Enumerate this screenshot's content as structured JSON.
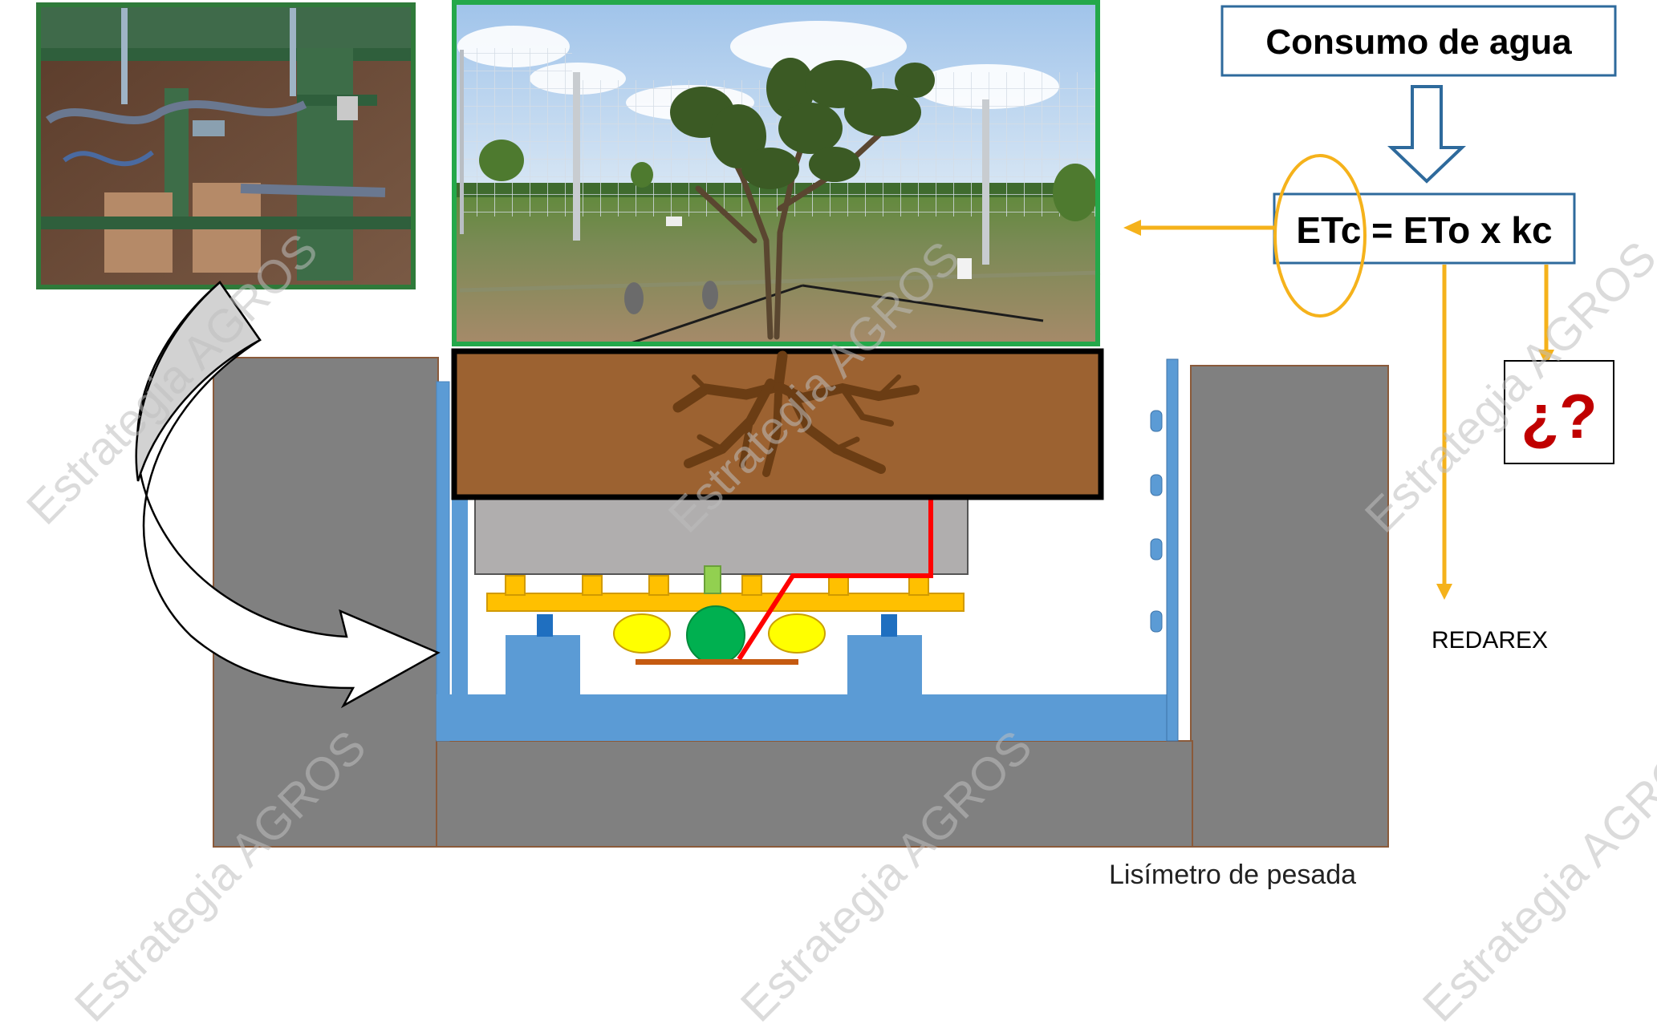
{
  "diagram": {
    "title_box": "Consumo de agua",
    "formula": "ETc = ETo x kc",
    "question": "¿?",
    "redarex_label": "REDAREX",
    "lysimeter_label": "Lisímetro de pesada",
    "photo_equipment": "lysimeter-equipment-photo",
    "photo_tree": "fig-tree-field-photo"
  },
  "watermark": {
    "text": "Estrategia AGROS"
  },
  "colors": {
    "concrete": "#808080",
    "steel_frame": "#5b9bd5",
    "soil": "#9c6231",
    "root": "#6b3d14",
    "platform": "#ffc000",
    "tank": "#b0aeae",
    "arrow_yellow": "#f5b21b",
    "box_border": "#2e6a9c",
    "question_red": "#c00000",
    "photo_border": "#24a84a",
    "cable_red": "#ff0000"
  }
}
